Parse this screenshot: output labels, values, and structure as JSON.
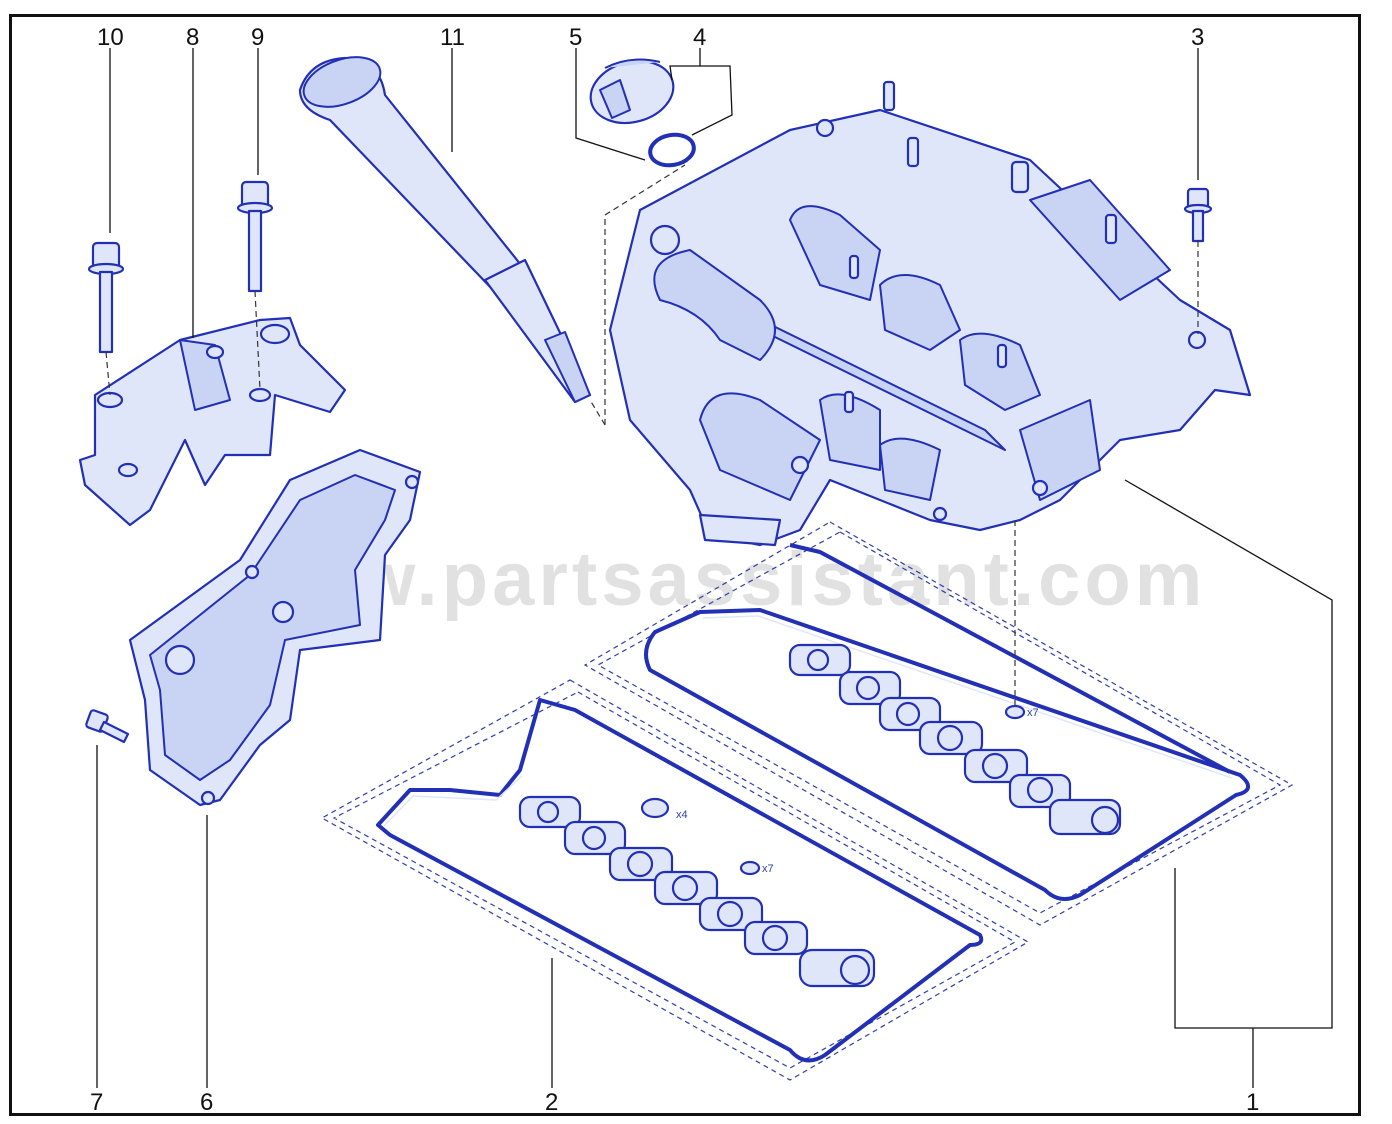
{
  "watermark": "www.partsassistant.com",
  "callouts": [
    {
      "id": "c10",
      "label": "10"
    },
    {
      "id": "c8",
      "label": "8"
    },
    {
      "id": "c9",
      "label": "9"
    },
    {
      "id": "c11",
      "label": "11"
    },
    {
      "id": "c5",
      "label": "5"
    },
    {
      "id": "c4",
      "label": "4"
    },
    {
      "id": "c3",
      "label": "3"
    },
    {
      "id": "c7",
      "label": "7"
    },
    {
      "id": "c6",
      "label": "6"
    },
    {
      "id": "c2",
      "label": "2"
    },
    {
      "id": "c1",
      "label": "1"
    }
  ],
  "quantities": {
    "upper_seals": "x7",
    "lower_rings": "x4",
    "lower_seals": "x7"
  },
  "colors": {
    "line": "#2230b5",
    "fill": "#dfe6fa",
    "text": "#111111"
  }
}
